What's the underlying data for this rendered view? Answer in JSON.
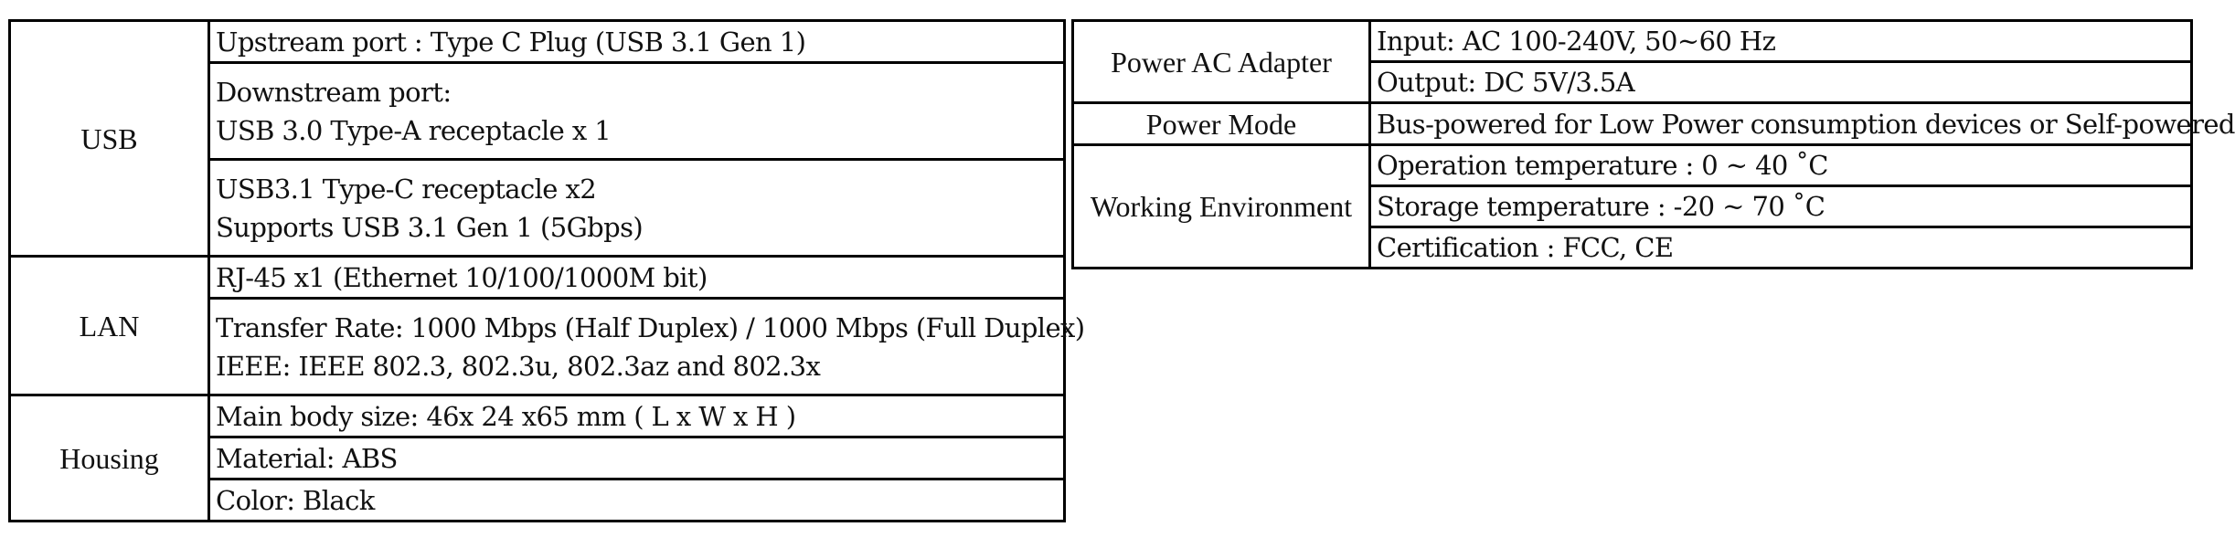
{
  "left_table": {
    "usb": {
      "label": "USB",
      "upstream": "Upstream port : Type C Plug (USB 3.1 Gen 1)",
      "downstream_line1": "Downstream port:",
      "downstream_line2": "USB 3.0 Type-A receptacle x 1",
      "typec_line1": "USB3.1 Type-C receptacle x2",
      "typec_line2": "Supports USB 3.1 Gen 1 (5Gbps)"
    },
    "lan": {
      "label": "LAN",
      "rj45": "RJ-45 x1 (Ethernet 10/100/1000M bit)",
      "rate_line1": "Transfer Rate: 1000 Mbps (Half Duplex) / 1000 Mbps (Full Duplex)",
      "rate_line2": "IEEE: IEEE 802.3, 802.3u, 802.3az and 802.3x"
    },
    "housing": {
      "label": "Housing",
      "size": "Main body size: 46x 24 x65 mm ( L x W x H )",
      "material": "Material: ABS",
      "color": "Color: Black"
    }
  },
  "right_table": {
    "power_adapter": {
      "label": "Power AC Adapter",
      "input": "Input: AC 100-240V, 50~60 Hz",
      "output": "Output: DC 5V/3.5A"
    },
    "power_mode": {
      "label": "Power Mode",
      "value": "Bus-powered for Low Power consumption devices or Self-powered"
    },
    "environment": {
      "label": "Working Environment",
      "operation": "Operation temperature : 0 ~ 40 ˚C",
      "storage": "Storage temperature : -20 ~ 70 ˚C",
      "certification": "Certification : FCC, CE"
    }
  }
}
